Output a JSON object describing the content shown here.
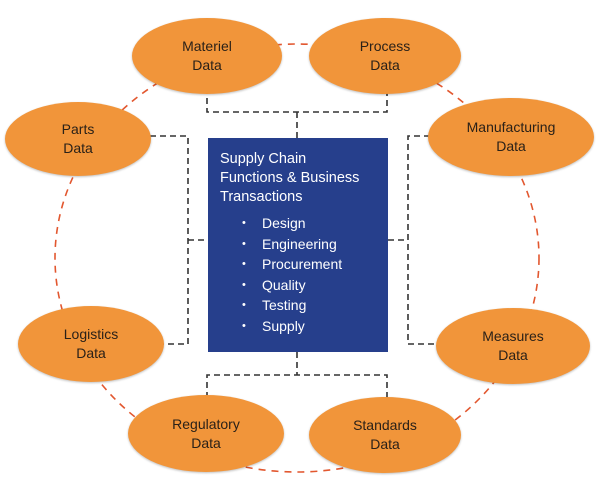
{
  "center": {
    "title": "Supply Chain\nFunctions & Business\nTransactions",
    "bullet_glyph": "•",
    "items": [
      "Design",
      "Engineering",
      "Procurement",
      "Quality",
      "Testing",
      "Supply"
    ]
  },
  "nodes": {
    "materiel": "Materiel\nData",
    "process": "Process\nData",
    "parts": "Parts\nData",
    "manufacturing": "Manufacturing\nData",
    "logistics": "Logistics\nData",
    "measures": "Measures\nData",
    "regulatory": "Regulatory\nData",
    "standards": "Standards\nData"
  },
  "colors": {
    "node_fill": "#F1953A",
    "ring_dash": "#E2572F",
    "connector_dash": "#333333",
    "center_fill": "#263F8C"
  }
}
